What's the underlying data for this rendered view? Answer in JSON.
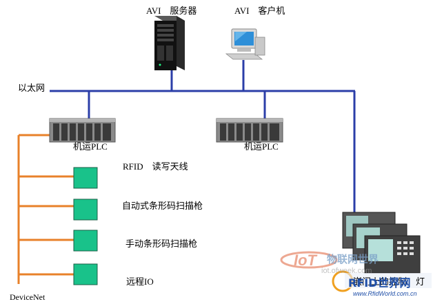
{
  "labels": {
    "server": "AVI　服务器",
    "client": "AVI　客户机",
    "ethernet": "以太网",
    "plc_left": "机运PLC",
    "plc_right": "机运PLC",
    "rfid": "RFID　读写天线",
    "auto_barcode": "自动式条形码扫描枪",
    "manual_barcode": "手动条形码扫描枪",
    "remote_io": "远程IO",
    "devicenet": "DeviceNet",
    "panel": "嵌门上的控制　灯"
  },
  "watermark": {
    "site_cn": "物联网世界",
    "url_small": "iot.ofweek.com",
    "logo_text": "RFID世界网",
    "logo_url": "www.RfidWorld.com.cn"
  },
  "colors": {
    "ethernet_bus": "#2b3ea8",
    "devicenet_bus": "#e8812a",
    "device_box": "#19c28a"
  }
}
